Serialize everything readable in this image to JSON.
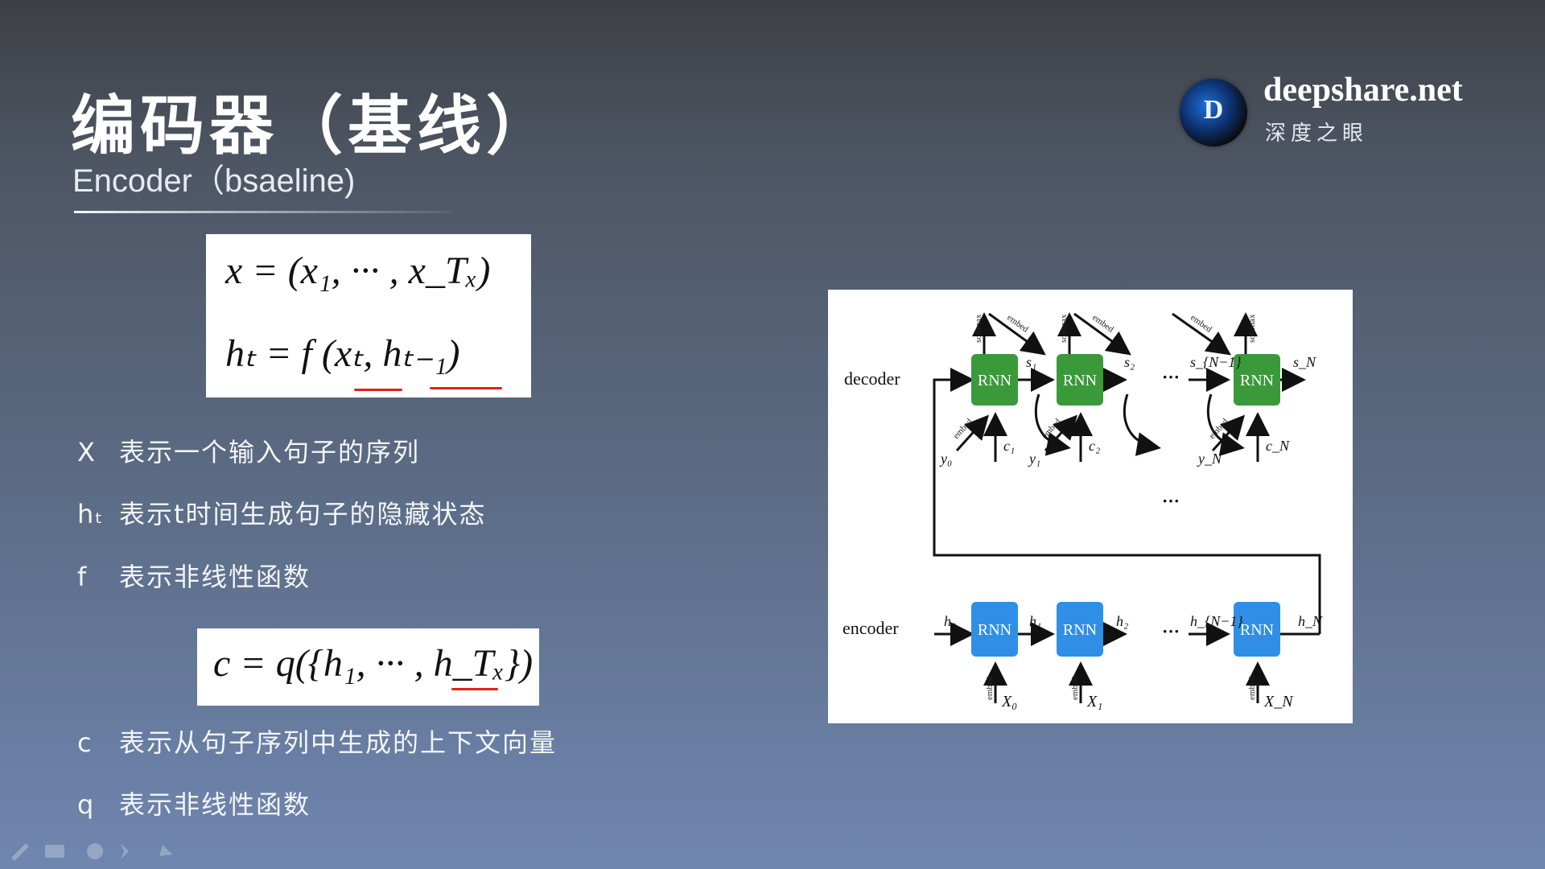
{
  "slide": {
    "title": "编码器（基线）",
    "subtitle": "Encoder（bsaeline)"
  },
  "brand": {
    "logo_letter": "D",
    "name": "deepshare.net",
    "tagline": "深度之眼"
  },
  "formulas": {
    "x_def": "x = (x₁, ··· , x_Tₓ)",
    "h_def": "hₜ = f (xₜ, hₜ₋₁)",
    "c_def": "c = q({h₁, ··· , h_Tₓ})"
  },
  "descriptions": [
    {
      "key": "X",
      "text": "表示一个输入句子的序列"
    },
    {
      "key": "hₜ",
      "text": "表示t时间生成句子的隐藏状态"
    },
    {
      "key": "f",
      "text": "表示非线性函数"
    },
    {
      "key": "c",
      "text": "表示从句子序列中生成的上下文向量"
    },
    {
      "key": "q",
      "text": "表示非线性函数"
    }
  ],
  "diagram": {
    "decoder_label": "decoder",
    "encoder_label": "encoder",
    "node_label": "RNN",
    "embed_label": "embed",
    "softmax_label": "softmax",
    "ellipsis": "···",
    "decoder_states": [
      "s₁",
      "s₂",
      "s_{N−1}",
      "s_N"
    ],
    "decoder_inputs": [
      "y₀",
      "y₁",
      "y_N"
    ],
    "contexts": [
      "c₁",
      "c₂",
      "c_N"
    ],
    "encoder_states": [
      "h₀",
      "h₁",
      "h₂",
      "h_{N−1}",
      "h_N"
    ],
    "encoder_inputs": [
      "X₀",
      "X₁",
      "X_N"
    ],
    "colors": {
      "decoder_node": "#3a9a3a",
      "encoder_node": "#2f8fe6"
    }
  }
}
